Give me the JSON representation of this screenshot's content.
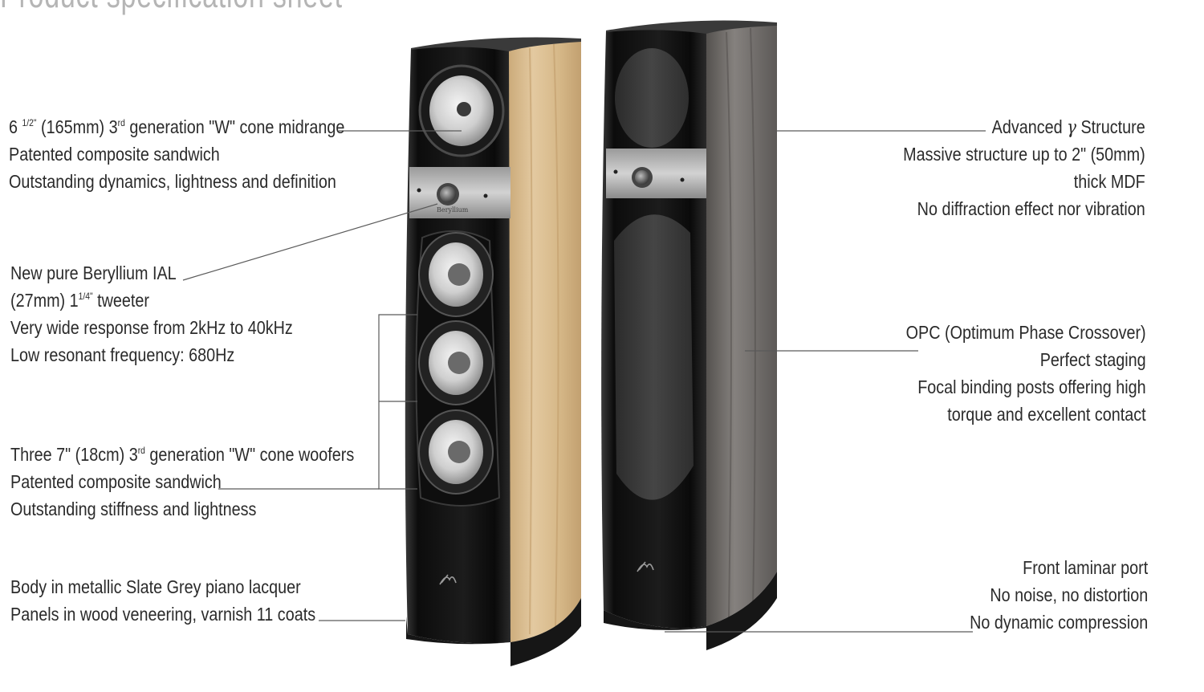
{
  "document": {
    "title": "Product specification sheet"
  },
  "left_features": [
    {
      "lines": [
        {
          "parts": [
            "6 ",
            "1/2\"",
            " (165mm) 3",
            "rd",
            " generation \"W\" cone midrange"
          ]
        },
        {
          "parts": [
            "Patented composite sandwich"
          ]
        },
        {
          "parts": [
            "Outstanding dynamics, lightness and definition"
          ]
        }
      ]
    },
    {
      "lines": [
        {
          "parts": [
            "New pure Beryllium IAL"
          ]
        },
        {
          "parts": [
            "(27mm) 1",
            "1/4\"",
            " tweeter"
          ]
        },
        {
          "parts": [
            "Very wide response  from 2kHz to 40kHz"
          ]
        },
        {
          "parts": [
            "Low resonant frequency: 680Hz"
          ]
        }
      ]
    },
    {
      "lines": [
        {
          "parts": [
            "Three 7\" (18cm) 3",
            "rd",
            " generation \"W\" cone woofers"
          ]
        },
        {
          "parts": [
            "Patented composite sandwich"
          ]
        },
        {
          "parts": [
            "Outstanding stiffness and lightness"
          ]
        }
      ]
    },
    {
      "lines": [
        {
          "parts": [
            "Body in metallic Slate Grey piano  lacquer"
          ]
        },
        {
          "parts": [
            "Panels in wood veneering, varnish 11 coats"
          ]
        }
      ]
    }
  ],
  "right_features": [
    {
      "lines": [
        {
          "parts": [
            "Advanced ",
            "γ",
            " Structure"
          ]
        },
        {
          "parts": [
            "Massive structure up to 2\" (50mm)"
          ]
        },
        {
          "parts": [
            "thick MDF"
          ]
        },
        {
          "parts": [
            "No diffraction effect nor vibration"
          ]
        }
      ]
    },
    {
      "lines": [
        {
          "parts": [
            "OPC (Optimum Phase Crossover)"
          ]
        },
        {
          "parts": [
            "Perfect staging"
          ]
        },
        {
          "parts": [
            "Focal binding posts offering high"
          ]
        },
        {
          "parts": [
            "torque and excellent contact"
          ]
        }
      ]
    },
    {
      "lines": [
        {
          "parts": [
            "Front laminar port"
          ]
        },
        {
          "parts": [
            "No noise, no distortion"
          ]
        },
        {
          "parts": [
            "No dynamic compression"
          ]
        }
      ]
    }
  ],
  "speaker": {
    "badge_text": "Beryllium"
  },
  "colors": {
    "lacquer": "#141414",
    "light_veneer": "#d8bc90",
    "dark_veneer": "#6e6b69",
    "leader_line": "#5a5a5a",
    "text": "#2b2b2b"
  },
  "icons": [
    "focal-logo-icon",
    "tweeter-icon",
    "midrange-driver-icon",
    "woofer-driver-icon",
    "grille-icon"
  ]
}
